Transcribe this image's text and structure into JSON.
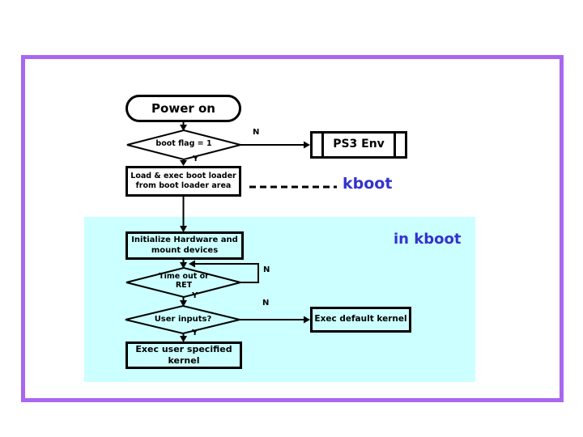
{
  "flowchart": {
    "power_on": {
      "label": "Power on"
    },
    "boot_flag": {
      "label": "boot flag = 1",
      "branch_n": "N",
      "branch_y": "Y"
    },
    "ps3_env": {
      "label": "PS3 Env"
    },
    "load_boot_loader": {
      "line1": "Load & exec boot loader",
      "line2": "from boot loader area"
    },
    "kboot_callout": "kboot",
    "region_label": "in kboot",
    "init_hardware": {
      "line1": "Initialize Hardware and",
      "line2": "mount devices"
    },
    "timeout": {
      "line1": "Time out or",
      "line2": "RET",
      "branch_n": "N",
      "branch_y": "Y"
    },
    "user_inputs": {
      "label": "User inputs?",
      "branch_n": "N",
      "branch_y": "Y"
    },
    "exec_default_kernel": {
      "label": "Exec default kernel"
    },
    "exec_user_kernel": {
      "label": "Exec user specified kernel"
    },
    "colors": {
      "frame": "#a967ef",
      "region_bg": "#ccffff",
      "kboot_text": "#3333cc",
      "line": "#000000"
    }
  }
}
